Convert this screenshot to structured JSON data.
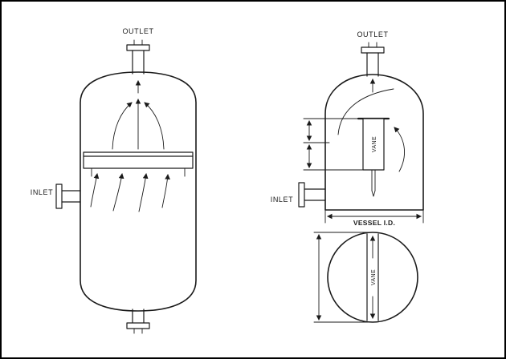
{
  "diagram": {
    "left_vessel": {
      "outlet": "OUTLET",
      "inlet": "INLET"
    },
    "right_vessel": {
      "outlet": "OUTLET",
      "inlet": "INLET",
      "vane": "VANE",
      "vessel_id": "VESSEL I.D."
    },
    "cross_section": {
      "vane": "VANE"
    }
  },
  "colors": {
    "ink": "#1a1a1a",
    "background": "#ffffff"
  }
}
